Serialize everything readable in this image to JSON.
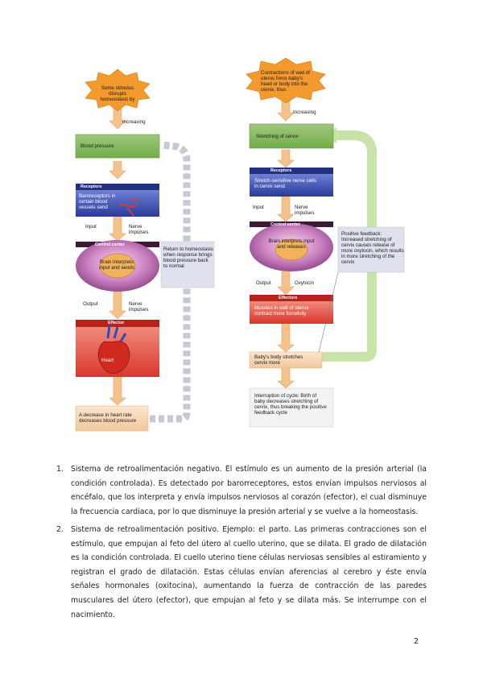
{
  "negative": {
    "stimulus": "Some stimulus disrupts homeostasis by",
    "increasing": "Increasing",
    "controlled": "Blood pressure",
    "receptors_title": "Receptors",
    "receptors_text": "Baroreceptors in certain blood vessels send",
    "input": "Input",
    "input_note": "Nerve impulses",
    "control_title": "Control center",
    "control_text": "Brain interprets input and sends",
    "output": "Output",
    "output_note": "Nerve impulses",
    "effector_title": "Effector",
    "effector_text": "Heart",
    "response": "A decrease in heart rate decreases blood pressure",
    "return": "Return to homeostasis when response brings blood pressure back to normal"
  },
  "positive": {
    "stimulus": "Contractions of wall of uterus force baby's head or body into the cervix, thus",
    "increasing": "Increasing",
    "controlled": "Stretching of cervix",
    "receptors_title": "Receptors",
    "receptors_text": "Stretch-sensitive nerve cells in cervix send",
    "input": "Input",
    "input_note": "Nerve impulses",
    "control_title": "Control center",
    "control_text": "Brain interprets input and releases",
    "output": "Output",
    "output_note": "Oxytocin",
    "effector_title": "Effectors",
    "effector_text": "Muscles in wall of uterus contract more forcefully",
    "response": "Baby's body stretches cervix more",
    "feedback": "Positive feedback: Increased stretching of cervix causes release of more oxytocin, which results in more stretching of the cervix",
    "interruption": "Interruption of cycle: Birth of baby decreases stretching of cervix, thus breaking the positive feedback cycle"
  },
  "paragraphs": [
    {
      "num": "1.",
      "text": "Sistema de retroalimentación negativo. El estímulo es un aumento de la presión arterial (la condición controlada). Es detectado por barorreceptores, estos envían impulsos nerviosos al encéfalo, que los interpreta y envía impulsos nerviosos al corazón (efector), el cual disminuye la frecuencia cardiaca, por lo que disminuye la presión arterial y se vuelve a la homeostasis."
    },
    {
      "num": "2.",
      "text": "Sistema de retroalimentación positivo. Ejemplo: el parto. Las primeras contracciones son el estímulo, que empujan al feto del útero al cuello uterino, que se dilata. El grado de dilatación es la condición controlada. El cuello uterino tiene células nerviosas sensibles al estiramiento y registran el grado de dilatación. Estas células envían aferencias al cerebro y éste envía señales hormonales (oxitocina), aumentando la fuerza de contracción de las paredes musculares del útero (efector), que empujan al feto y se dilata más. Se interrumpe con el nacimiento."
    }
  ],
  "page_number": "2",
  "colors": {
    "stimulus": "#f39a2e",
    "controlled": "#8cc46a",
    "receptors": "#3d52b8",
    "control": "#b34fa6",
    "effector": "#e0453a",
    "response": "#f6d7b4",
    "feedback": "#d9dff0",
    "positive_loop": "#c8e3a8",
    "negative_loop": "#c9ccd8"
  }
}
